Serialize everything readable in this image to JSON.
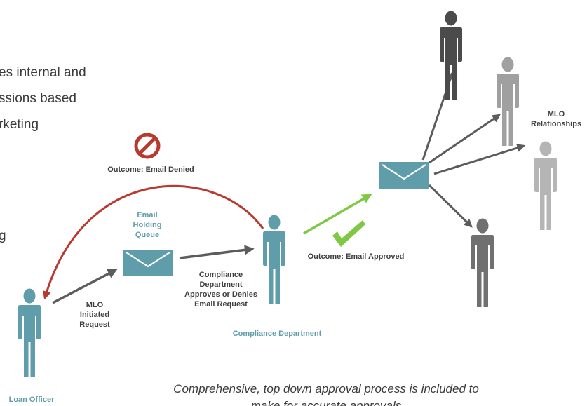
{
  "body_text_fragments": [
    "es internal and",
    "ssions based",
    "rketing",
    "g"
  ],
  "labels": {
    "outcome_denied": "Outcome: Email Denied",
    "email_holding_queue": "Email\nHolding\nQueue",
    "outcome_approved": "Outcome: Email Approved",
    "compliance_action": "Compliance\nDepartment\nApproves or Denies\nEmail Request",
    "mlo_initiated_request": "MLO\nInitiated\nRequest",
    "compliance_department": "Compliance Department",
    "loan_officer": "Loan Officer",
    "mlo_relationships": "MLO\nRelationships"
  },
  "caption": {
    "line1": "Comprehensive, top down approval process is included to",
    "line2": "make for accurate approvals"
  },
  "colors": {
    "teal": "#5f9daa",
    "denied_red": "#b83a2e",
    "approved_green": "#7ec843",
    "flow_arrow": "#5c5c5c",
    "person_dark": "#4b4b4b",
    "person_light": "#a0a0a0",
    "person_lighter": "#b5b5b5",
    "person_mid": "#707070"
  },
  "icons": [
    "person-icon",
    "envelope-icon",
    "prohibited-icon",
    "checkmark-icon"
  ]
}
